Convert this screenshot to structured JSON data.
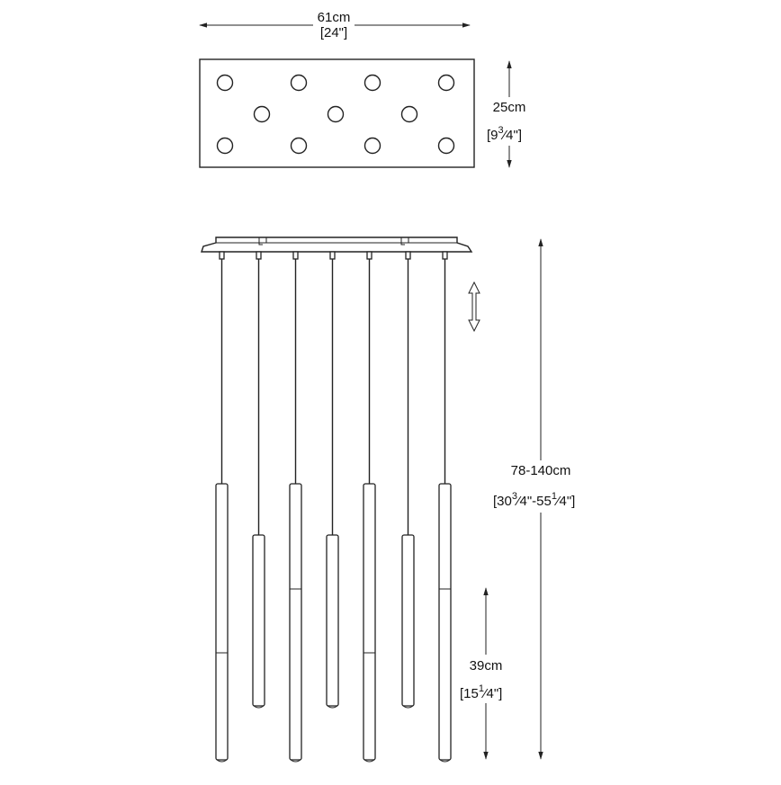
{
  "dimensions": {
    "width": {
      "metric": "61cm",
      "imperial": "[24\"]"
    },
    "depth": {
      "metric": "25cm",
      "imperial_parts": [
        "[9",
        "3",
        "4\"]"
      ]
    },
    "height": {
      "metric": "78-140cm",
      "imperial_parts": [
        "[30",
        "3",
        "4\"-55",
        "1",
        "4\"]"
      ]
    },
    "shade": {
      "metric": "39cm",
      "imperial_parts": [
        "[15",
        "1",
        "4\"]"
      ]
    }
  },
  "canopy": {
    "hole_rows": [
      4,
      3,
      4
    ]
  },
  "pendants": {
    "count": 7
  }
}
